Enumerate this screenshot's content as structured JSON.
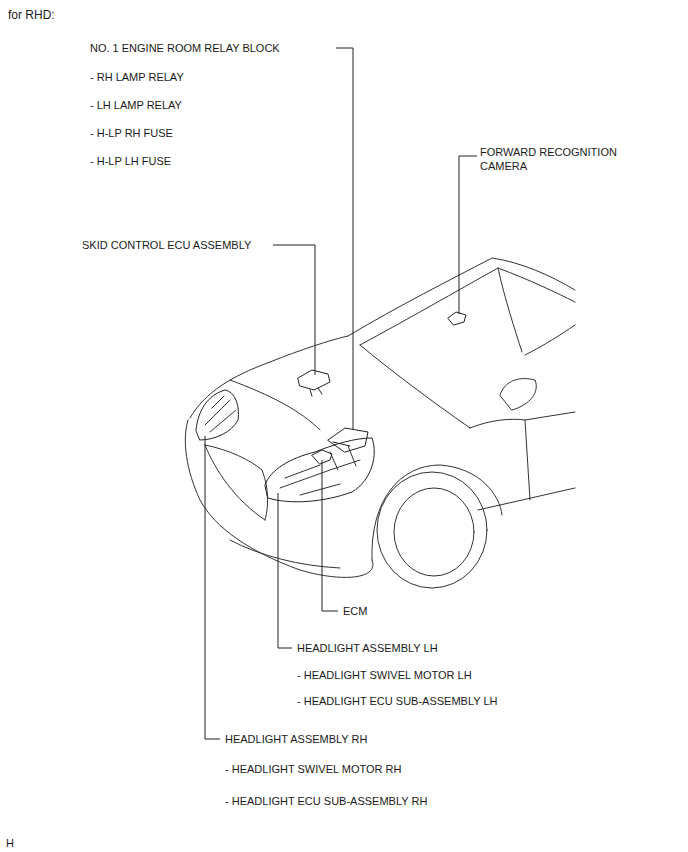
{
  "diagram": {
    "title": "for RHD:",
    "labels": [
      "NO. 1 ENGINE ROOM RELAY BLOCK",
      "- RH LAMP RELAY",
      "- LH LAMP RELAY",
      "- H-LP RH FUSE",
      "- H-LP LH FUSE",
      "FORWARD RECOGNITION CAMERA",
      "SKID CONTROL ECU ASSEMBLY",
      "ECM",
      "HEADLIGHT ASSEMBLY LH",
      "- HEADLIGHT SWIVEL MOTOR LH",
      "- HEADLIGHT ECU SUB-ASSEMBLY LH",
      "HEADLIGHT ASSEMBLY RH",
      "- HEADLIGHT SWIVEL MOTOR RH",
      "- HEADLIGHT ECU SUB-ASSEMBLY RH",
      "H"
    ]
  }
}
